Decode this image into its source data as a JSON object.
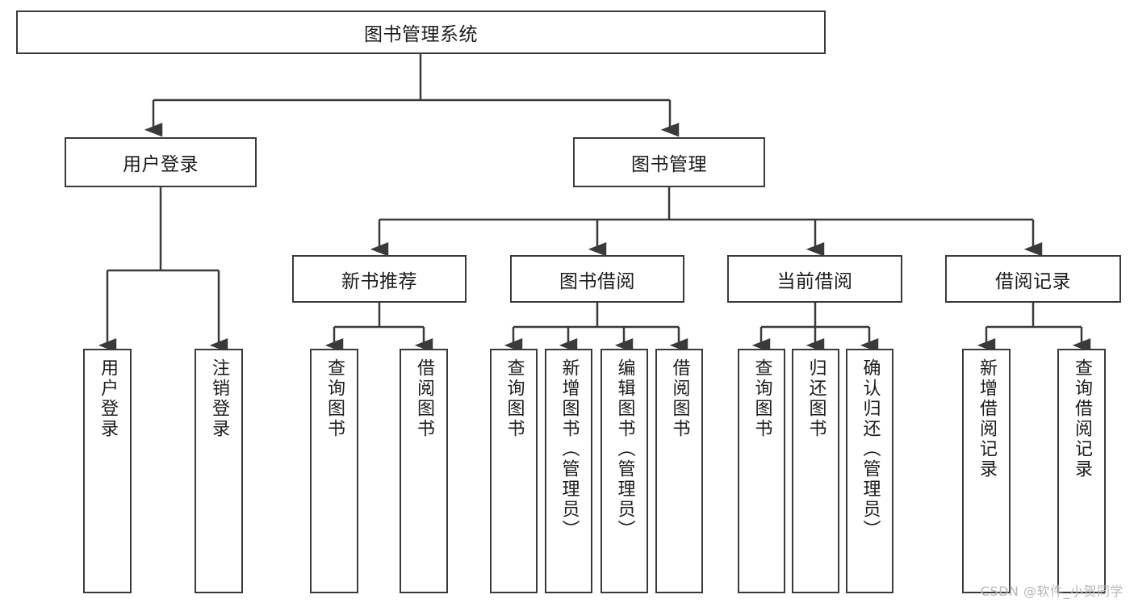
{
  "diagram": {
    "title": "图书管理系统",
    "type": "tree-hierarchy-chart",
    "watermark": "CSDN @软件_小贺同学",
    "colors": {
      "stroke": "#3a3a3a",
      "fill": "#ffffff",
      "text": "#1c1c1c",
      "watermark": "#b8b8b8"
    },
    "levels": {
      "root": {
        "label": "图书管理系统"
      },
      "level2": [
        {
          "id": "user-login",
          "label": "用户登录"
        },
        {
          "id": "book-manage",
          "label": "图书管理"
        }
      ],
      "level3": [
        {
          "id": "new-book-rec",
          "label": "新书推荐"
        },
        {
          "id": "book-borrow",
          "label": "图书借阅"
        },
        {
          "id": "current-borrow",
          "label": "当前借阅"
        },
        {
          "id": "borrow-record",
          "label": "借阅记录"
        }
      ],
      "leaves": {
        "user-login": [
          {
            "id": "leaf-user-login",
            "label": "用户登录"
          },
          {
            "id": "leaf-logout",
            "label": "注销登录"
          }
        ],
        "new-book-rec": [
          {
            "id": "leaf-query-book-1",
            "label": "查询图书"
          },
          {
            "id": "leaf-borrow-book-1",
            "label": "借阅图书"
          }
        ],
        "book-borrow": [
          {
            "id": "leaf-query-book-2",
            "label": "查询图书"
          },
          {
            "id": "leaf-add-book",
            "label": "新增图书（管理员）"
          },
          {
            "id": "leaf-edit-book",
            "label": "编辑图书（管理员）"
          },
          {
            "id": "leaf-borrow-book-2",
            "label": "借阅图书"
          }
        ],
        "current-borrow": [
          {
            "id": "leaf-query-book-3",
            "label": "查询图书"
          },
          {
            "id": "leaf-return-book",
            "label": "归还图书"
          },
          {
            "id": "leaf-confirm-return",
            "label": "确认归还（管理员）"
          }
        ],
        "borrow-record": [
          {
            "id": "leaf-add-record",
            "label": "新增借阅记录"
          },
          {
            "id": "leaf-query-record",
            "label": "查询借阅记录"
          }
        ]
      }
    }
  }
}
